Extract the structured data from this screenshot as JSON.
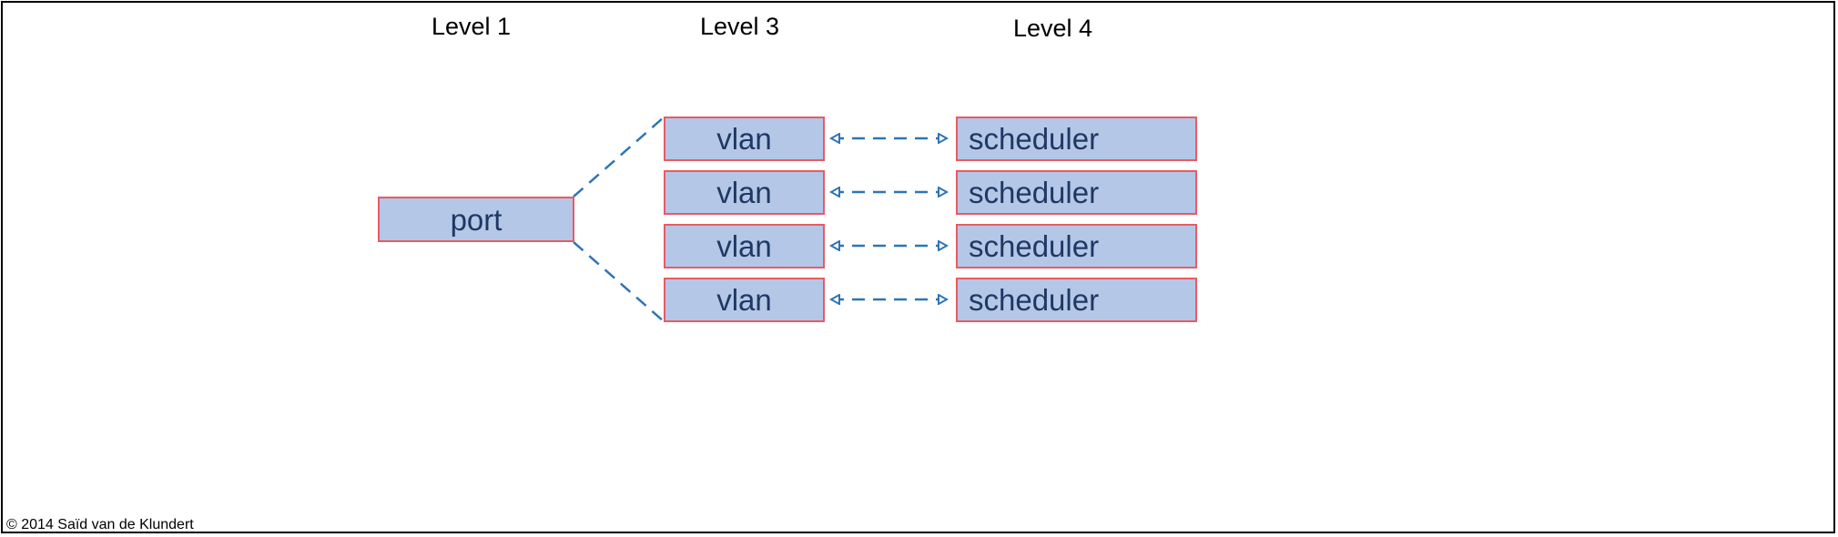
{
  "levels": {
    "level1": "Level 1",
    "level3": "Level 3",
    "level4": "Level 4"
  },
  "port": {
    "label": "port"
  },
  "rows": [
    {
      "vlan": "vlan",
      "scheduler": "scheduler"
    },
    {
      "vlan": "vlan",
      "scheduler": "scheduler"
    },
    {
      "vlan": "vlan",
      "scheduler": "scheduler"
    },
    {
      "vlan": "vlan",
      "scheduler": "scheduler"
    }
  ],
  "colors": {
    "box_fill": "#b4c7e7",
    "box_border": "#ea5a62",
    "box_text": "#1f3864",
    "connector": "#2e75b6"
  },
  "copyright": "© 2014 Saïd van de Klundert"
}
